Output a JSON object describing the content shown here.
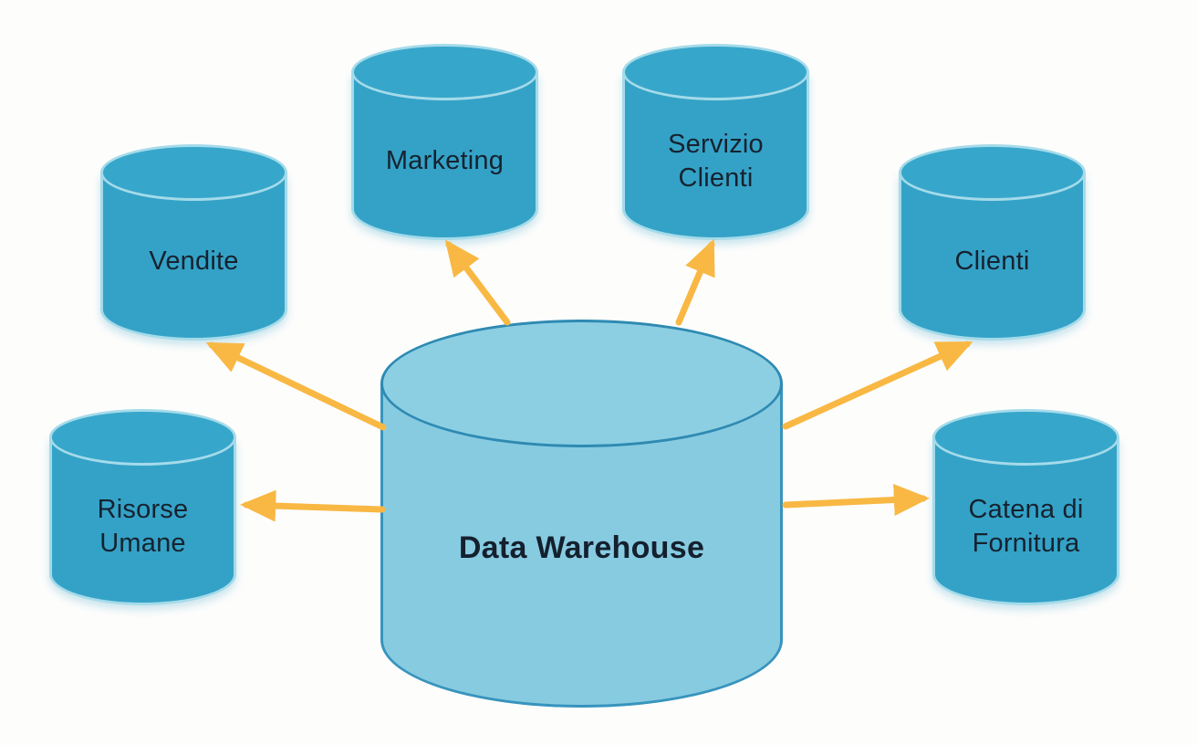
{
  "diagram": {
    "type": "hub-and-spoke",
    "center": {
      "id": "data-warehouse",
      "label": "Data Warehouse",
      "shape": "database-cylinder"
    },
    "nodes": [
      {
        "id": "vendite",
        "label": "Vendite",
        "shape": "database-cylinder",
        "position": "upper-left"
      },
      {
        "id": "marketing",
        "label": "Marketing",
        "shape": "database-cylinder",
        "position": "top-left"
      },
      {
        "id": "servizio-clienti",
        "label": "Servizio Clienti",
        "shape": "database-cylinder",
        "position": "top-right"
      },
      {
        "id": "clienti",
        "label": "Clienti",
        "shape": "database-cylinder",
        "position": "upper-right"
      },
      {
        "id": "risorse-umane",
        "label": "Risorse Umane",
        "shape": "database-cylinder",
        "position": "lower-left"
      },
      {
        "id": "catena-di-fornitura",
        "label": "Catena di Fornitura",
        "shape": "database-cylinder",
        "position": "lower-right"
      }
    ],
    "connections": [
      {
        "from": "data-warehouse",
        "to": "vendite",
        "arrowhead": "at-target"
      },
      {
        "from": "data-warehouse",
        "to": "marketing",
        "arrowhead": "at-target"
      },
      {
        "from": "data-warehouse",
        "to": "servizio-clienti",
        "arrowhead": "at-target"
      },
      {
        "from": "data-warehouse",
        "to": "clienti",
        "arrowhead": "at-target"
      },
      {
        "from": "data-warehouse",
        "to": "risorse-umane",
        "arrowhead": "at-target"
      },
      {
        "from": "data-warehouse",
        "to": "catena-di-fornitura",
        "arrowhead": "at-target"
      }
    ],
    "colors": {
      "satellite_fill": "#34a2c7",
      "satellite_stroke": "#a5dbea",
      "center_fill": "#87cbe1",
      "center_stroke": "#3794bd",
      "arrow": "#f8b843",
      "text": "#16222f",
      "background": "#fdfdfc"
    }
  }
}
